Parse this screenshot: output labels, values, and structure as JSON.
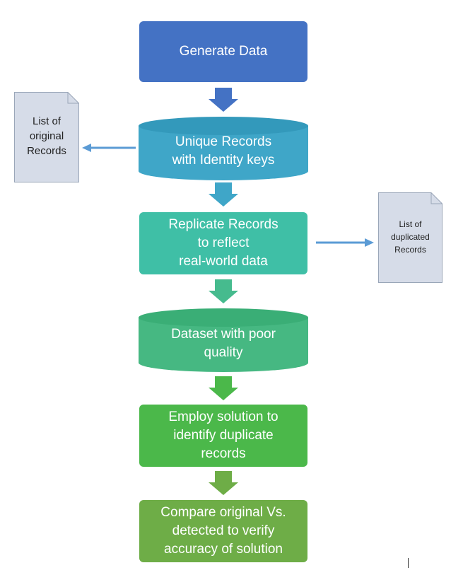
{
  "nodes": {
    "generate": {
      "label": "Generate Data",
      "color": "#4472C4"
    },
    "unique": {
      "label": "Unique Records\nwith Identity keys",
      "color": "#3FA6C8",
      "top_color": "#3399BB"
    },
    "replicate": {
      "label": "Replicate Records\nto reflect\nreal-world data",
      "color": "#3FBFA6"
    },
    "dataset": {
      "label": "Dataset with poor\nquality",
      "color": "#46B882",
      "top_color": "#3AAE76"
    },
    "employ": {
      "label": "Employ solution to\nidentify duplicate\nrecords",
      "color": "#4BB84A"
    },
    "compare": {
      "label": "Compare original Vs.\ndetected to verify\naccuracy of solution",
      "color": "#6EAD47"
    }
  },
  "docs": {
    "original": {
      "label": "List of\noriginal\nRecords"
    },
    "duplicated": {
      "label": "List of\nduplicated\nRecords"
    }
  },
  "colors": {
    "arrow1": "#4472C4",
    "arrow2": "#3FA6C8",
    "arrow3": "#46BB8E",
    "arrow4": "#4BB84A",
    "arrow5": "#6EAD47",
    "side_arrow": "#5B9BD5",
    "doc_fill": "#D6DCE8",
    "doc_stroke": "#9AA6B8"
  }
}
